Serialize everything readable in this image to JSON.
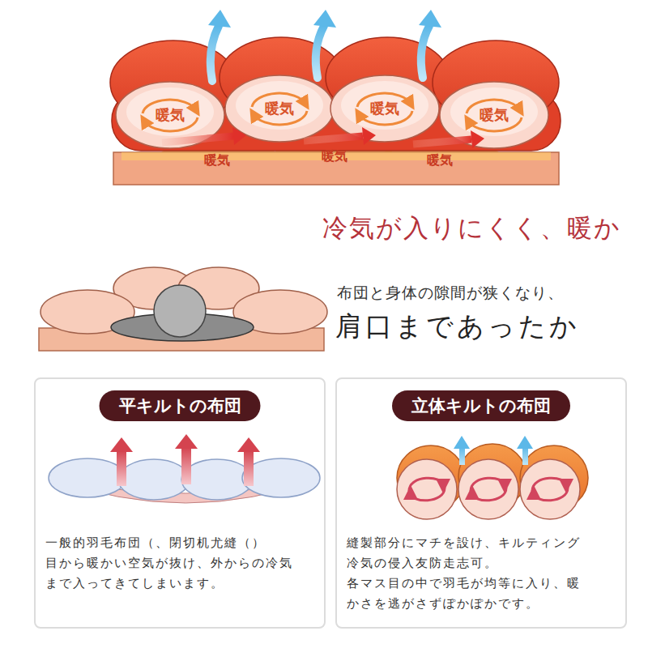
{
  "diagram": {
    "nodes": [
      {
        "text": [
          "暖気"
        ]
      },
      {
        "text": [
          "暖気"
        ]
      },
      {
        "text": [
          "暖気"
        ]
      },
      {
        "text": [
          "暖気"
        ]
      },
      {
        "text": [
          "一般的羽毛布団（、閉切机尤縫（） 目から暖かい空気が抜け、外からの冷気 まで入ってきてしまいます。"
        ]
      },
      {
        "text": [
          "平キルトの布団"
        ],
        "in": 4
      },
      {
        "text": [
          "縫製部分にマチを設け、キルティング 冷気の侵入友防走志可。 各マス目の中で羽毛が均等に入り、暖 かさを逃がさずぽかぽかです。"
        ]
      },
      {
        "text": [
          "立体キルトの布団"
        ],
        "in": 6
      }
    ],
    "labels": [
      "暖気",
      "暖気",
      "暖気",
      "冷気が入りにくく、暖か",
      "布団と身体の隙間が狭くなり、",
      "肩口まであったか"
    ]
  }
}
